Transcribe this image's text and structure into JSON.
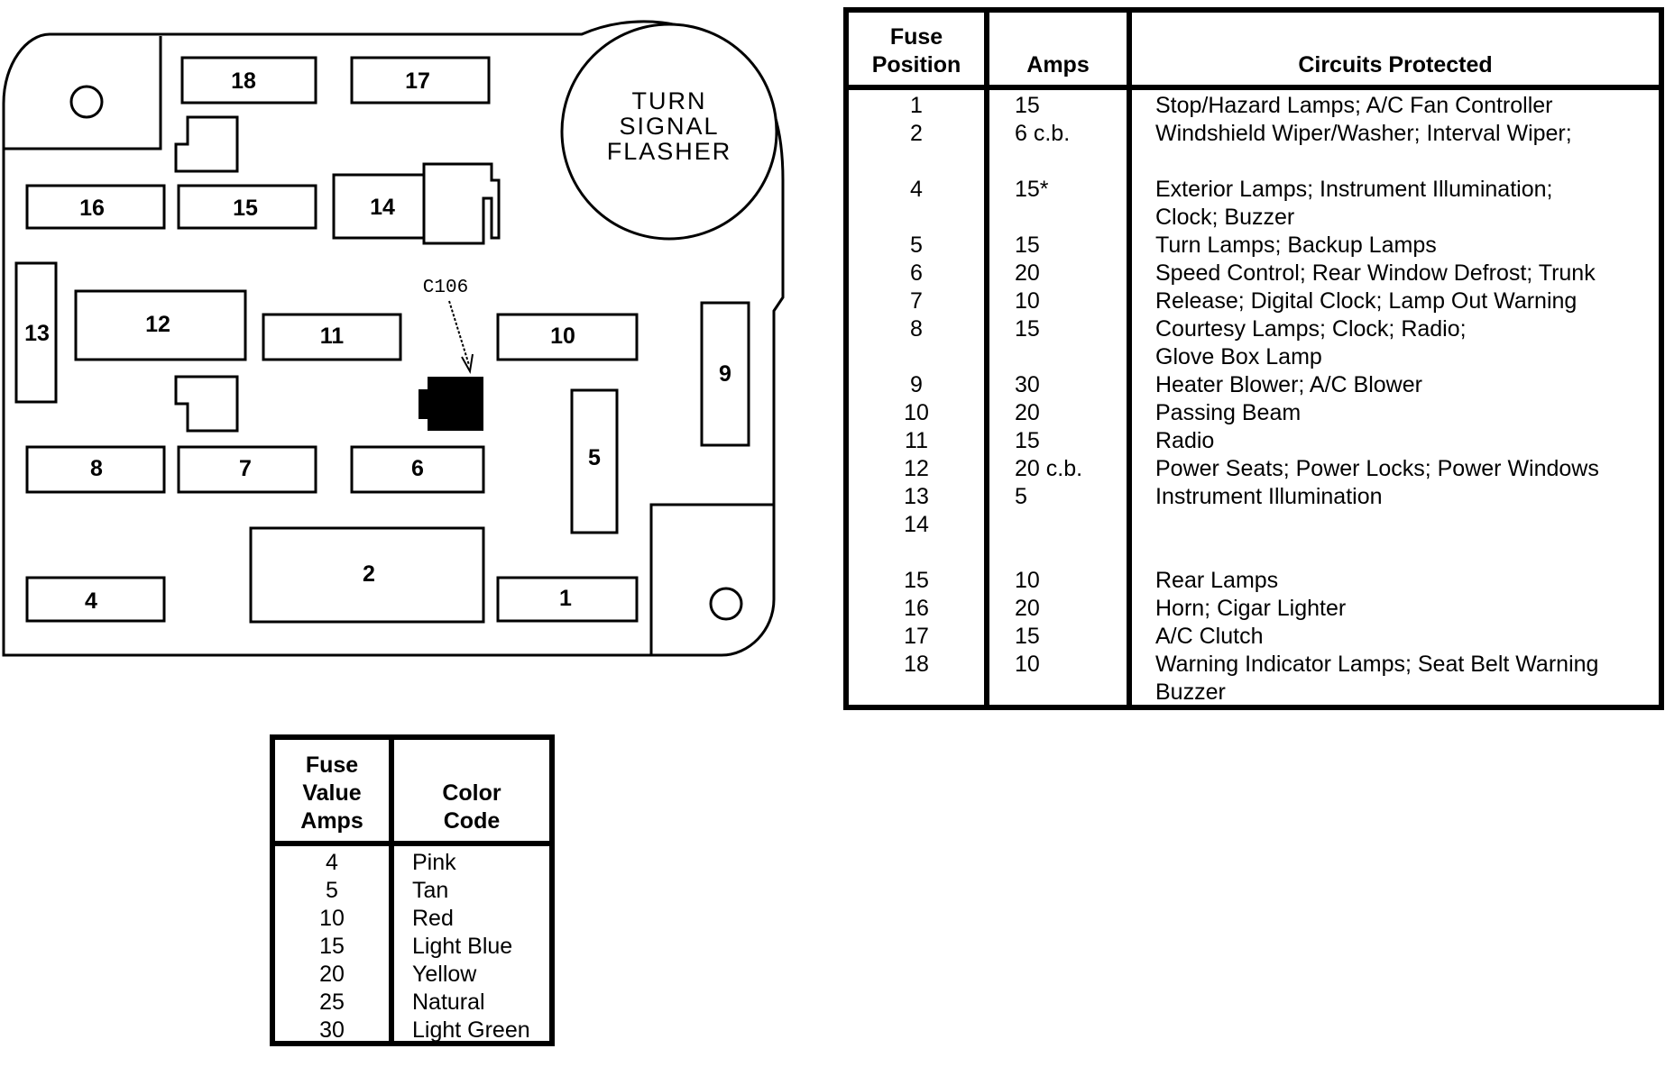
{
  "fuse_panel": {
    "fuse_labels": [
      "1",
      "2",
      "4",
      "5",
      "6",
      "7",
      "8",
      "9",
      "10",
      "11",
      "12",
      "13",
      "14",
      "15",
      "16",
      "17",
      "18"
    ],
    "flasher_lines": [
      "TURN",
      "SIGNAL",
      "FLASHER"
    ],
    "connector_label": "C106"
  },
  "fuse_table": {
    "headers": {
      "position": "Fuse\nPosition",
      "amps": "Amps",
      "circuits": "Circuits Protected"
    },
    "rows": [
      {
        "position": "1",
        "amps": "15",
        "circuits": "Stop/Hazard Lamps; A/C Fan Controller"
      },
      {
        "position": "2",
        "amps": "6 c.b.",
        "circuits": "Windshield Wiper/Washer; Interval Wiper;"
      },
      {
        "position": "",
        "amps": "",
        "circuits": ""
      },
      {
        "position": "4",
        "amps": "15*",
        "circuits": "Exterior Lamps; Instrument Illumination;"
      },
      {
        "position": "",
        "amps": "",
        "circuits": "Clock; Buzzer"
      },
      {
        "position": "5",
        "amps": "15",
        "circuits": "Turn Lamps; Backup Lamps"
      },
      {
        "position": "6",
        "amps": "20",
        "circuits": "Speed Control; Rear Window Defrost; Trunk"
      },
      {
        "position": "7",
        "amps": "10",
        "circuits": "Release; Digital Clock; Lamp Out Warning"
      },
      {
        "position": "8",
        "amps": "15",
        "circuits": "Courtesy Lamps; Clock; Radio;"
      },
      {
        "position": "",
        "amps": "",
        "circuits": "Glove Box Lamp"
      },
      {
        "position": "9",
        "amps": "30",
        "circuits": "Heater Blower; A/C Blower"
      },
      {
        "position": "10",
        "amps": "20",
        "circuits": "Passing Beam"
      },
      {
        "position": "11",
        "amps": "15",
        "circuits": "Radio"
      },
      {
        "position": "12",
        "amps": "20 c.b.",
        "circuits": "Power Seats; Power Locks; Power Windows"
      },
      {
        "position": "13",
        "amps": "5",
        "circuits": "Instrument Illumination"
      },
      {
        "position": "14",
        "amps": "",
        "circuits": ""
      },
      {
        "position": "",
        "amps": "",
        "circuits": ""
      },
      {
        "position": "15",
        "amps": "10",
        "circuits": "Rear Lamps"
      },
      {
        "position": "16",
        "amps": "20",
        "circuits": "Horn; Cigar Lighter"
      },
      {
        "position": "17",
        "amps": "15",
        "circuits": "A/C Clutch"
      },
      {
        "position": "18",
        "amps": "10",
        "circuits": "Warning Indicator Lamps; Seat Belt Warning"
      },
      {
        "position": "",
        "amps": "",
        "circuits": "Buzzer"
      }
    ]
  },
  "color_table": {
    "headers": {
      "value": "Fuse\nValue\nAmps",
      "color": "Color\nCode"
    },
    "rows": [
      {
        "amps": "4",
        "color": "Pink"
      },
      {
        "amps": "5",
        "color": "Tan"
      },
      {
        "amps": "10",
        "color": "Red"
      },
      {
        "amps": "15",
        "color": "Light Blue"
      },
      {
        "amps": "20",
        "color": "Yellow"
      },
      {
        "amps": "25",
        "color": "Natural"
      },
      {
        "amps": "30",
        "color": "Light Green"
      }
    ]
  }
}
